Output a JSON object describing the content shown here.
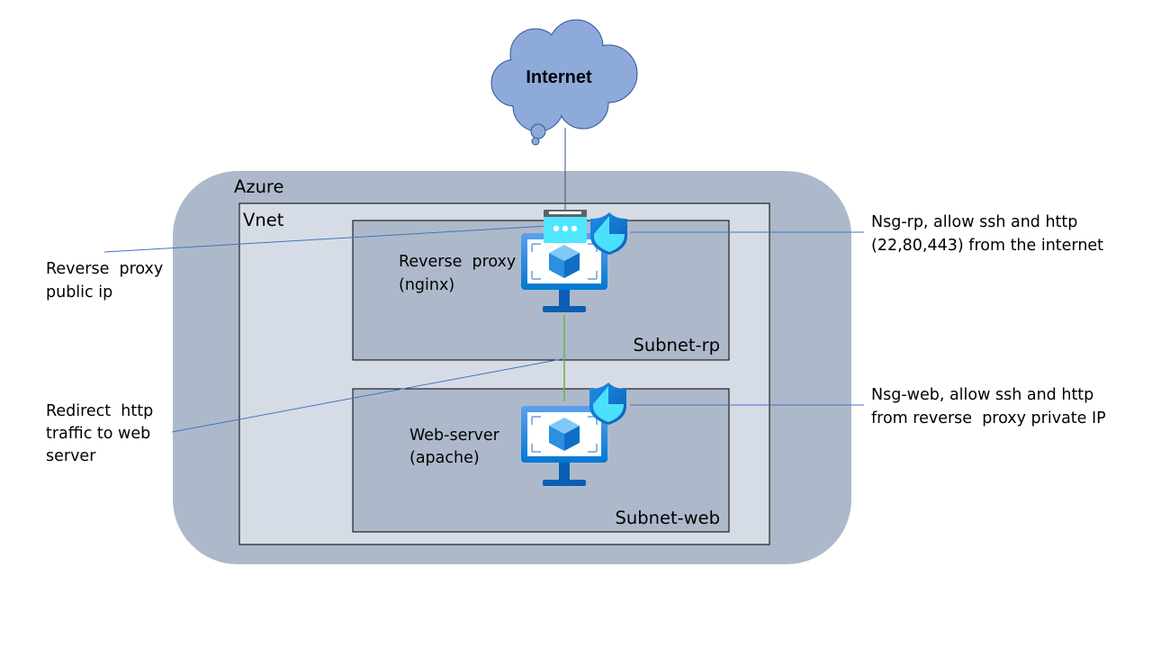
{
  "internet": {
    "label": "Internet"
  },
  "azure": {
    "label": "Azure"
  },
  "vnet": {
    "label": "Vnet"
  },
  "subnet_rp": {
    "label": "Subnet-rp",
    "vm": {
      "name": "Reverse  proxy",
      "software": "(nginx)"
    }
  },
  "subnet_web": {
    "label": "Subnet-web",
    "vm": {
      "name": "Web-server",
      "software": "(apache)"
    }
  },
  "annotations": {
    "public_ip": [
      "Reverse  proxy",
      "public ip"
    ],
    "redirect": [
      "Redirect  http",
      "traffic to web",
      "server"
    ],
    "nsg_rp": [
      "Nsg-rp, allow ssh and http",
      "(22,80,443) from the internet"
    ],
    "nsg_web": [
      "Nsg-web, allow ssh and http",
      "from reverse  proxy private IP"
    ]
  },
  "icons": {
    "cloud": "cloud-icon",
    "vm": "virtual-machine-icon",
    "nsg": "shield-icon",
    "public_ip": "public-ip-icon"
  },
  "colors": {
    "cloud": "#8eaadb",
    "azure_region": "#adb9ca",
    "vnet": "#d6dce5",
    "subnet": "#adb9ca",
    "connector_line": "#4472c4",
    "vnet_link": "#70ad47",
    "vm_blue": "#0078d4"
  }
}
